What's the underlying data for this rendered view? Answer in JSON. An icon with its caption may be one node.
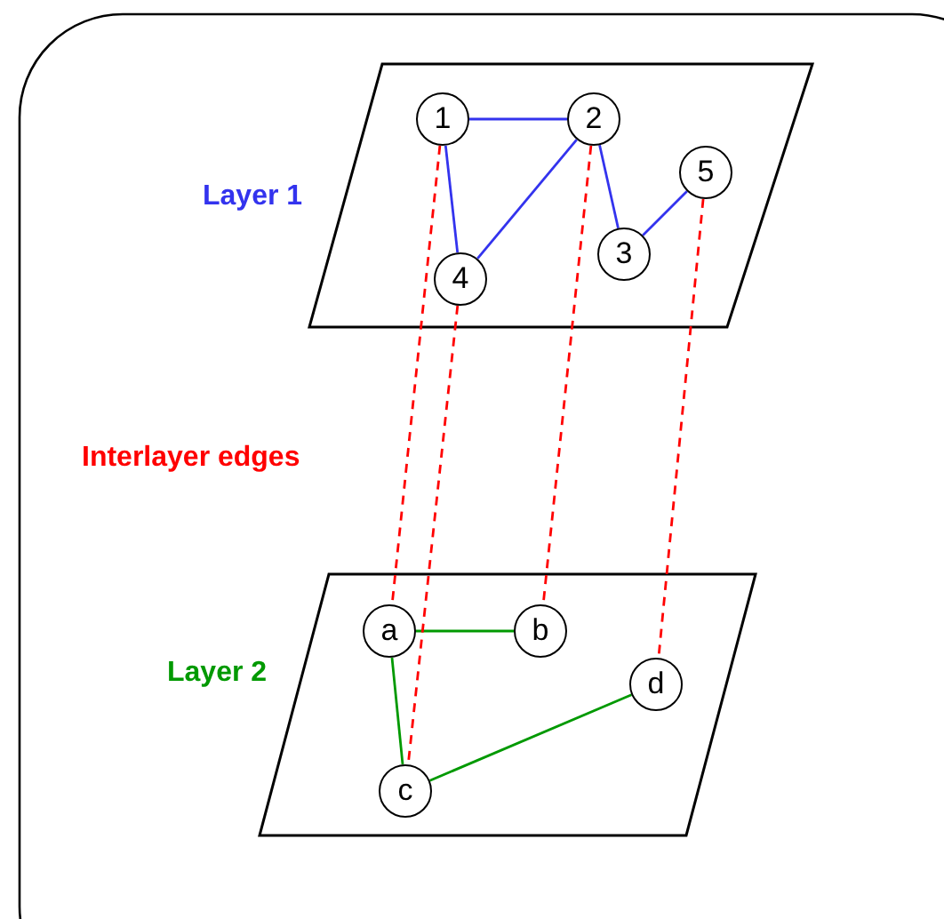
{
  "diagram": {
    "nodes": [
      {
        "text": [
          "Layer 1"
        ]
      },
      {
        "text": [
          "1"
        ],
        "in": 0
      },
      {
        "text": [
          "2"
        ],
        "in": 0
      },
      {
        "text": [
          "3"
        ],
        "in": 0
      },
      {
        "text": [
          "4"
        ],
        "in": 0
      },
      {
        "text": [
          "5"
        ],
        "in": 0
      },
      {
        "text": [
          "Layer 2"
        ]
      },
      {
        "text": [
          "a"
        ],
        "in": 6
      },
      {
        "text": [
          "b"
        ],
        "in": 6
      },
      {
        "text": [
          "c"
        ],
        "in": 6
      },
      {
        "text": [
          "d"
        ],
        "in": 6
      }
    ],
    "edges": [
      {
        "from": 1,
        "to": 2,
        "arrow": "none"
      },
      {
        "from": 1,
        "to": 4,
        "arrow": "none"
      },
      {
        "from": 2,
        "to": 4,
        "arrow": "none"
      },
      {
        "from": 2,
        "to": 3,
        "arrow": "none"
      },
      {
        "from": 3,
        "to": 5,
        "arrow": "none"
      },
      {
        "from": 7,
        "to": 8,
        "arrow": "none",
        "color": "#009900"
      },
      {
        "from": 7,
        "to": 9,
        "arrow": "none",
        "color": "#009900"
      },
      {
        "from": 9,
        "to": 10,
        "arrow": "none",
        "color": "#009900"
      },
      {
        "from": 1,
        "to": 7,
        "arrow": "none",
        "style": "dashed",
        "color": "#ff0000"
      },
      {
        "from": 2,
        "to": 8,
        "arrow": "none",
        "style": "dashed",
        "color": "#ff0000"
      },
      {
        "from": 4,
        "to": 9,
        "arrow": "none",
        "style": "dashed",
        "color": "#ff0000"
      },
      {
        "from": 5,
        "to": 10,
        "arrow": "none",
        "style": "dashed",
        "color": "#ff0000"
      }
    ],
    "labels": [
      "Interlayer edges"
    ]
  }
}
